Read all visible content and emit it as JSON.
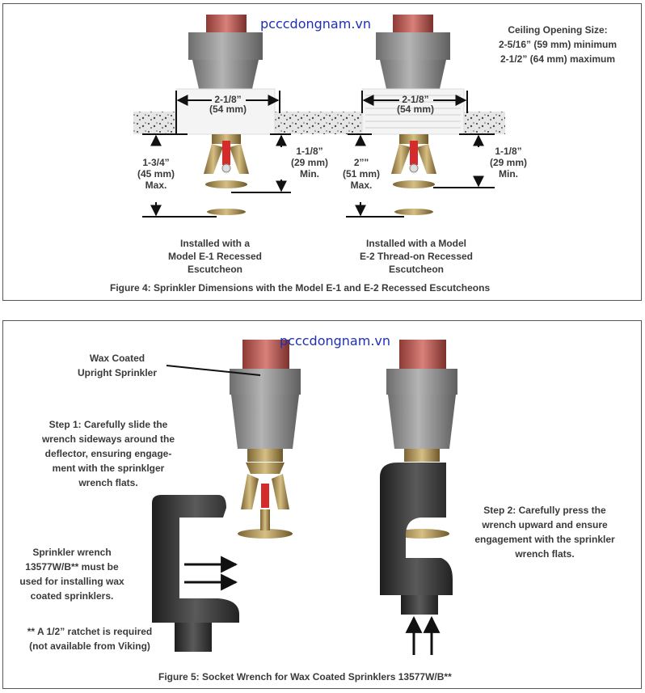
{
  "watermark": "pcccdongnam.vn",
  "figure4": {
    "ceiling_title": "Ceiling Opening Size:",
    "ceiling_min": "2-5/16” (59 mm) minimum",
    "ceiling_max": "2-1/2” (64 mm) maximum",
    "left": {
      "width_in": "2-1/8”",
      "width_mm": "(54 mm)",
      "depth_in": "1-3/4”",
      "depth_mm": "(45 mm)",
      "depth_lim": "Max.",
      "clear_in": "1-1/8”",
      "clear_mm": "(29 mm)",
      "clear_lim": "Min.",
      "label_1": "Installed with a",
      "label_2": "Model E-1 Recessed",
      "label_3": "Escutcheon"
    },
    "right": {
      "width_in": "2-1/8”",
      "width_mm": "(54 mm)",
      "depth_in": "2”\"",
      "depth_mm": "(51 mm)",
      "depth_lim": "Max.",
      "clear_in": "1-1/8”",
      "clear_mm": "(29 mm)",
      "clear_lim": "Min.",
      "label_1": "Installed with a Model",
      "label_2": "E-2 Thread-on  Recessed",
      "label_3": "Escutcheon"
    },
    "caption": "Figure 4:  Sprinkler Dimensions with the Model E-1 and E-2 Recessed Escutcheons"
  },
  "figure5": {
    "wax_1": "Wax Coated",
    "wax_2": "Upright Sprinkler",
    "step1_1": "Step 1: Carefully slide the",
    "step1_2": "wrench sideways around the",
    "step1_3": "deflector, ensuring engage-",
    "step1_4": "ment with the sprinklger",
    "step1_5": "wrench flats.",
    "wrench_1": "Sprinkler wrench",
    "wrench_2": "13577W/B** must be",
    "wrench_3": "used for installing wax",
    "wrench_4": "coated sprinklers.",
    "ratchet_1": "** A 1/2” ratchet is required",
    "ratchet_2": "(not available from Viking)",
    "step2_1": "Step 2: Carefully press the",
    "step2_2": "wrench upward  and ensure",
    "step2_3": "engagement with the sprinkler",
    "step2_4": "wrench flats.",
    "caption": "Figure 5:  Socket Wrench for Wax Coated Sprinklers 13577W/B**"
  },
  "colors": {
    "thread": "#c0605a",
    "body": "#8e8e8e",
    "brass": "#b59a5a",
    "wrench": "#3b3b3b",
    "watermark": "#1f2fb5"
  }
}
